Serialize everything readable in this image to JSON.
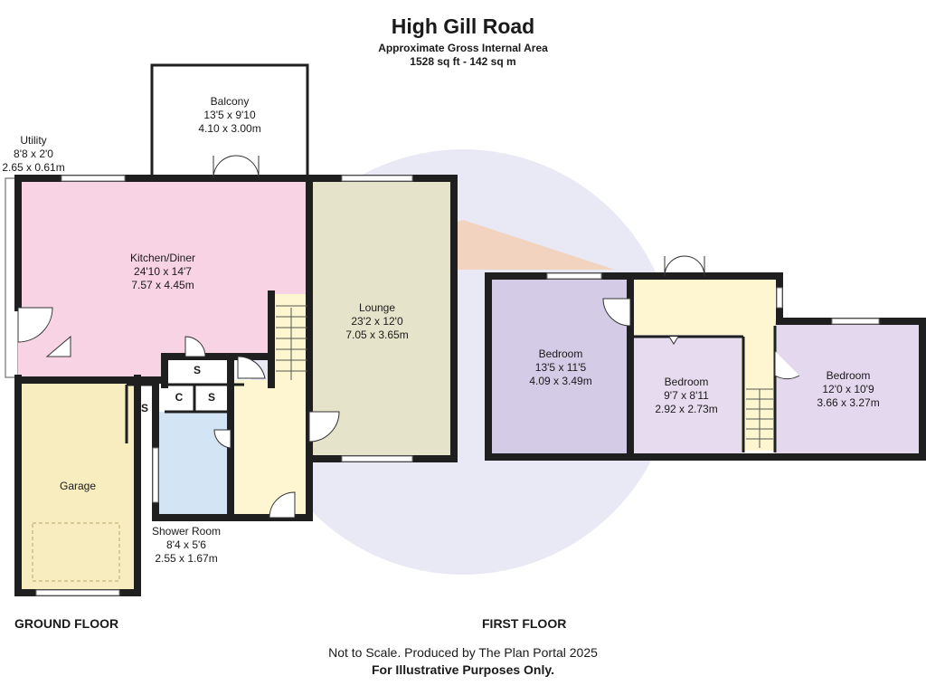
{
  "header": {
    "title": "High Gill Road",
    "area_label": "Approximate Gross Internal Area",
    "area_value": "1528 sq ft - 142 sq m"
  },
  "floors": {
    "ground": "GROUND FLOOR",
    "first": "FIRST FLOOR"
  },
  "rooms": {
    "balcony": {
      "name": "Balcony",
      "imperial": "13'5 x 9'10",
      "metric": "4.10 x 3.00m"
    },
    "utility": {
      "name": "Utility",
      "imperial": "8'8 x 2'0",
      "metric": "2.65 x 0.61m"
    },
    "kitchen": {
      "name": "Kitchen/Diner",
      "imperial": "24'10 x 14'7",
      "metric": "7.57 x 4.45m"
    },
    "lounge": {
      "name": "Lounge",
      "imperial": "23'2 x 12'0",
      "metric": "7.05 x 3.65m"
    },
    "garage": {
      "name": "Garage"
    },
    "shower": {
      "name": "Shower Room",
      "imperial": "8'4 x 5'6",
      "metric": "2.55 x 1.67m"
    },
    "bedroom1": {
      "name": "Bedroom",
      "imperial": "13'5 x 11'5",
      "metric": "4.09 x 3.49m"
    },
    "bedroom2": {
      "name": "Bedroom",
      "imperial": "9'7 x 8'11",
      "metric": "2.92 x 2.73m"
    },
    "bedroom3": {
      "name": "Bedroom",
      "imperial": "12'0 x 10'9",
      "metric": "3.66 x 3.27m"
    }
  },
  "storage_labels": {
    "s": "S",
    "c": "C"
  },
  "footer": {
    "line1": "Not to Scale. Produced by The Plan Portal 2025",
    "line2": "For Illustrative Purposes Only."
  },
  "colors": {
    "wall": "#1f1f1f",
    "kitchen": "#f8d3e3",
    "lounge": "#e5e3c9",
    "garage": "#f7edbf",
    "shower": "#d3e4f5",
    "hall": "#fdf6d0",
    "bedroom1": "#d4cbe6",
    "bedroom2": "#e6dbef",
    "bedroom3": "#e4d8ee",
    "watermark_circle": "#c9cbe4",
    "watermark_accent": "#f4b98d"
  }
}
